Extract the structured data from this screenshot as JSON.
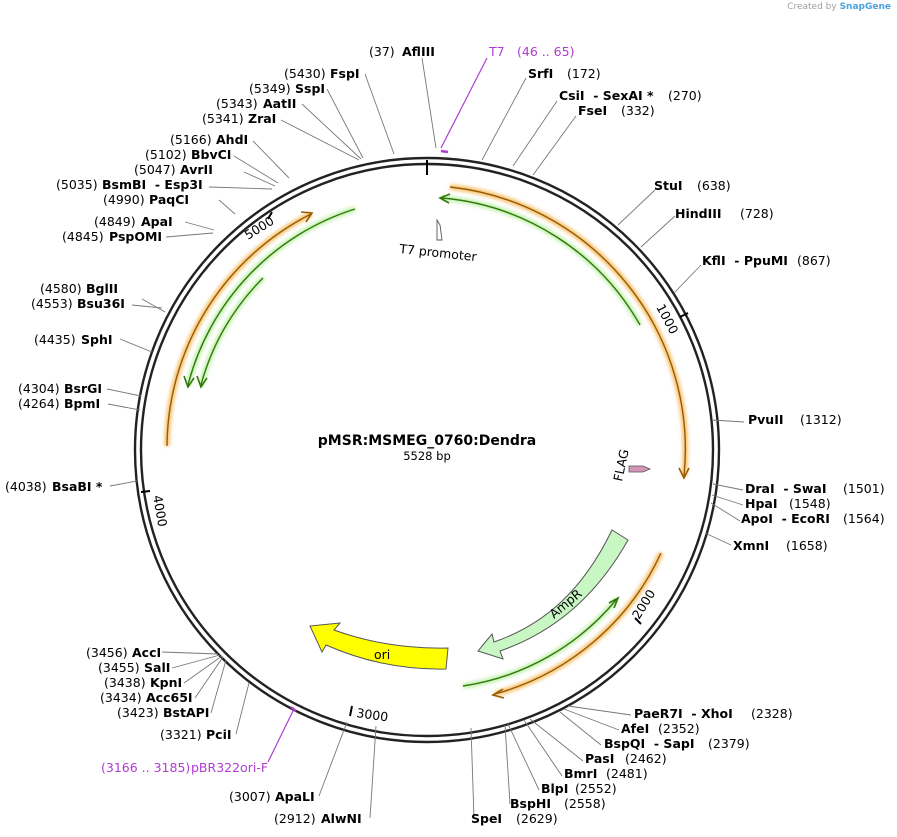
{
  "credit": {
    "prefix": "Created by",
    "brand": "SnapGene"
  },
  "plasmid": {
    "name": "pMSR:MSMEG_0760:Dendra",
    "length": "5528 bp"
  },
  "ticks": [
    "1000",
    "2000",
    "3000",
    "4000",
    "5000"
  ],
  "features": {
    "t7_promoter": "T7 promoter",
    "flag": "FLAG",
    "ampr": "AmpR",
    "ori": "ori"
  },
  "primers": [
    {
      "name": "T7",
      "range": "(46 .. 65)"
    },
    {
      "name": "pBR322ori-F",
      "range": "(3166 .. 3185)"
    }
  ],
  "sites": [
    {
      "id": "afliii",
      "name": "AflIII",
      "pos": "(37)"
    },
    {
      "id": "srfi",
      "name": "SrfI",
      "pos": "(172)"
    },
    {
      "id": "csii",
      "name": "CsiI  - SexAI *",
      "pos": "(270)"
    },
    {
      "id": "fsei",
      "name": "FseI",
      "pos": "(332)"
    },
    {
      "id": "stui",
      "name": "StuI",
      "pos": "(638)"
    },
    {
      "id": "hindiii",
      "name": "HindIII",
      "pos": "(728)"
    },
    {
      "id": "kfli",
      "name": "KflI  - PpuMI",
      "pos": "(867)"
    },
    {
      "id": "pvuii",
      "name": "PvuII",
      "pos": "(1312)"
    },
    {
      "id": "drai",
      "name": "DraI  - SwaI",
      "pos": "(1501)"
    },
    {
      "id": "hpai",
      "name": "HpaI",
      "pos": "(1548)"
    },
    {
      "id": "apoi",
      "name": "ApoI  - EcoRI",
      "pos": "(1564)"
    },
    {
      "id": "xmni",
      "name": "XmnI",
      "pos": "(1658)"
    },
    {
      "id": "paer7i",
      "name": "PaeR7I  - XhoI",
      "pos": "(2328)"
    },
    {
      "id": "afei",
      "name": "AfeI",
      "pos": "(2352)"
    },
    {
      "id": "bspqi",
      "name": "BspQI  - SapI",
      "pos": "(2379)"
    },
    {
      "id": "pasi",
      "name": "PasI",
      "pos": "(2462)"
    },
    {
      "id": "bmri",
      "name": "BmrI",
      "pos": "(2481)"
    },
    {
      "id": "blpi",
      "name": "BlpI",
      "pos": "(2552)"
    },
    {
      "id": "bsphi",
      "name": "BspHI",
      "pos": "(2558)"
    },
    {
      "id": "spei",
      "name": "SpeI",
      "pos": "(2629)"
    },
    {
      "id": "alwni",
      "name": "AlwNI",
      "pos": "(2912)"
    },
    {
      "id": "apali",
      "name": "ApaLI",
      "pos": "(3007)"
    },
    {
      "id": "pcii",
      "name": "PciI",
      "pos": "(3321)"
    },
    {
      "id": "bstapi",
      "name": "BstAPI",
      "pos": "(3423)"
    },
    {
      "id": "acc65i",
      "name": "Acc65I",
      "pos": "(3434)"
    },
    {
      "id": "kpni",
      "name": "KpnI",
      "pos": "(3438)"
    },
    {
      "id": "sali",
      "name": "SalI",
      "pos": "(3455)"
    },
    {
      "id": "acci",
      "name": "AccI",
      "pos": "(3456)"
    },
    {
      "id": "bsabi",
      "name": "BsaBI *",
      "pos": "(4038)"
    },
    {
      "id": "bpmi",
      "name": "BpmI",
      "pos": "(4264)"
    },
    {
      "id": "bsrgi",
      "name": "BsrGI",
      "pos": "(4304)"
    },
    {
      "id": "sphi",
      "name": "SphI",
      "pos": "(4435)"
    },
    {
      "id": "bsu36i",
      "name": "Bsu36I",
      "pos": "(4553)"
    },
    {
      "id": "bglii",
      "name": "BglII",
      "pos": "(4580)"
    },
    {
      "id": "pspomi",
      "name": "PspOMI",
      "pos": "(4845)"
    },
    {
      "id": "apai",
      "name": "ApaI",
      "pos": "(4849)"
    },
    {
      "id": "paqci",
      "name": "PaqCI",
      "pos": "(4990)"
    },
    {
      "id": "bsmbi",
      "name": "BsmBI  - Esp3I",
      "pos": "(5035)"
    },
    {
      "id": "avrii",
      "name": "AvrII",
      "pos": "(5047)"
    },
    {
      "id": "bbvci",
      "name": "BbvCI",
      "pos": "(5102)"
    },
    {
      "id": "ahdi",
      "name": "AhdI",
      "pos": "(5166)"
    },
    {
      "id": "zrai",
      "name": "ZraI",
      "pos": "(5341)"
    },
    {
      "id": "aatii",
      "name": "AatII",
      "pos": "(5343)"
    },
    {
      "id": "sspi",
      "name": "SspI",
      "pos": "(5349)"
    },
    {
      "id": "fspi",
      "name": "FspI",
      "pos": "(5430)"
    }
  ]
}
